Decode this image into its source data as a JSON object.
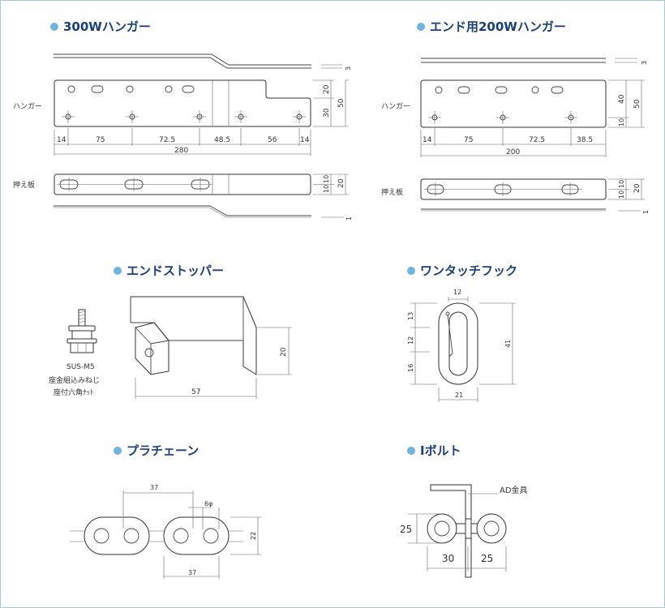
{
  "sections": {
    "hanger300": {
      "title": "300Wハンガー",
      "label_hanger": "ハンガー",
      "label_plate": "押え板",
      "dim_thick_top": "3",
      "dim_h1": "20",
      "dim_h2": "30",
      "dim_h_total": "50",
      "dims_bottom": [
        "14",
        "75",
        "72.5",
        "48.5",
        "56",
        "14"
      ],
      "dim_total": "280",
      "plate_dim_a": "10",
      "plate_dim_b": "10",
      "plate_dim_total": "20",
      "plate_thick": "1"
    },
    "hanger200": {
      "title": "エンド用200Wハンガー",
      "label_hanger": "ハンガー",
      "label_plate": "押え板",
      "dim_thick_top": "3",
      "dim_h1": "40",
      "dim_h2": "10",
      "dim_h_total": "50",
      "dims_bottom": [
        "14",
        "75",
        "72.5",
        "38.5"
      ],
      "dim_total": "200",
      "plate_dim_a": "10",
      "plate_dim_b": "10",
      "plate_dim_total": "20",
      "plate_thick": "1"
    },
    "endstopper": {
      "title": "エンドストッパー",
      "bolt_label_1": "SUS-M5",
      "bolt_label_2": "座金組込みねじ",
      "bolt_label_3": "座付六角ﾅｯﾄ",
      "dim_height": "20",
      "dim_length": "57"
    },
    "hook": {
      "title": "ワンタッチフック",
      "dim_top": "12",
      "dim_a": "13",
      "dim_b": "12",
      "dim_c": "16",
      "dim_total": "41",
      "dim_width": "21"
    },
    "chain": {
      "title": "プラチェーン",
      "dim_pitch_top": "37",
      "dim_dia": "6φ",
      "dim_height": "22",
      "dim_pitch_bottom": "37"
    },
    "ibolt": {
      "title": "Iボルト",
      "label_bracket": "AD金具",
      "dim_height": "25",
      "dim_left": "30",
      "dim_right": "25"
    }
  },
  "colors": {
    "title_text": "#1b3f7a",
    "title_dot": "#6fb4dc",
    "frame": "#a9c8d8",
    "line": "#444444"
  }
}
